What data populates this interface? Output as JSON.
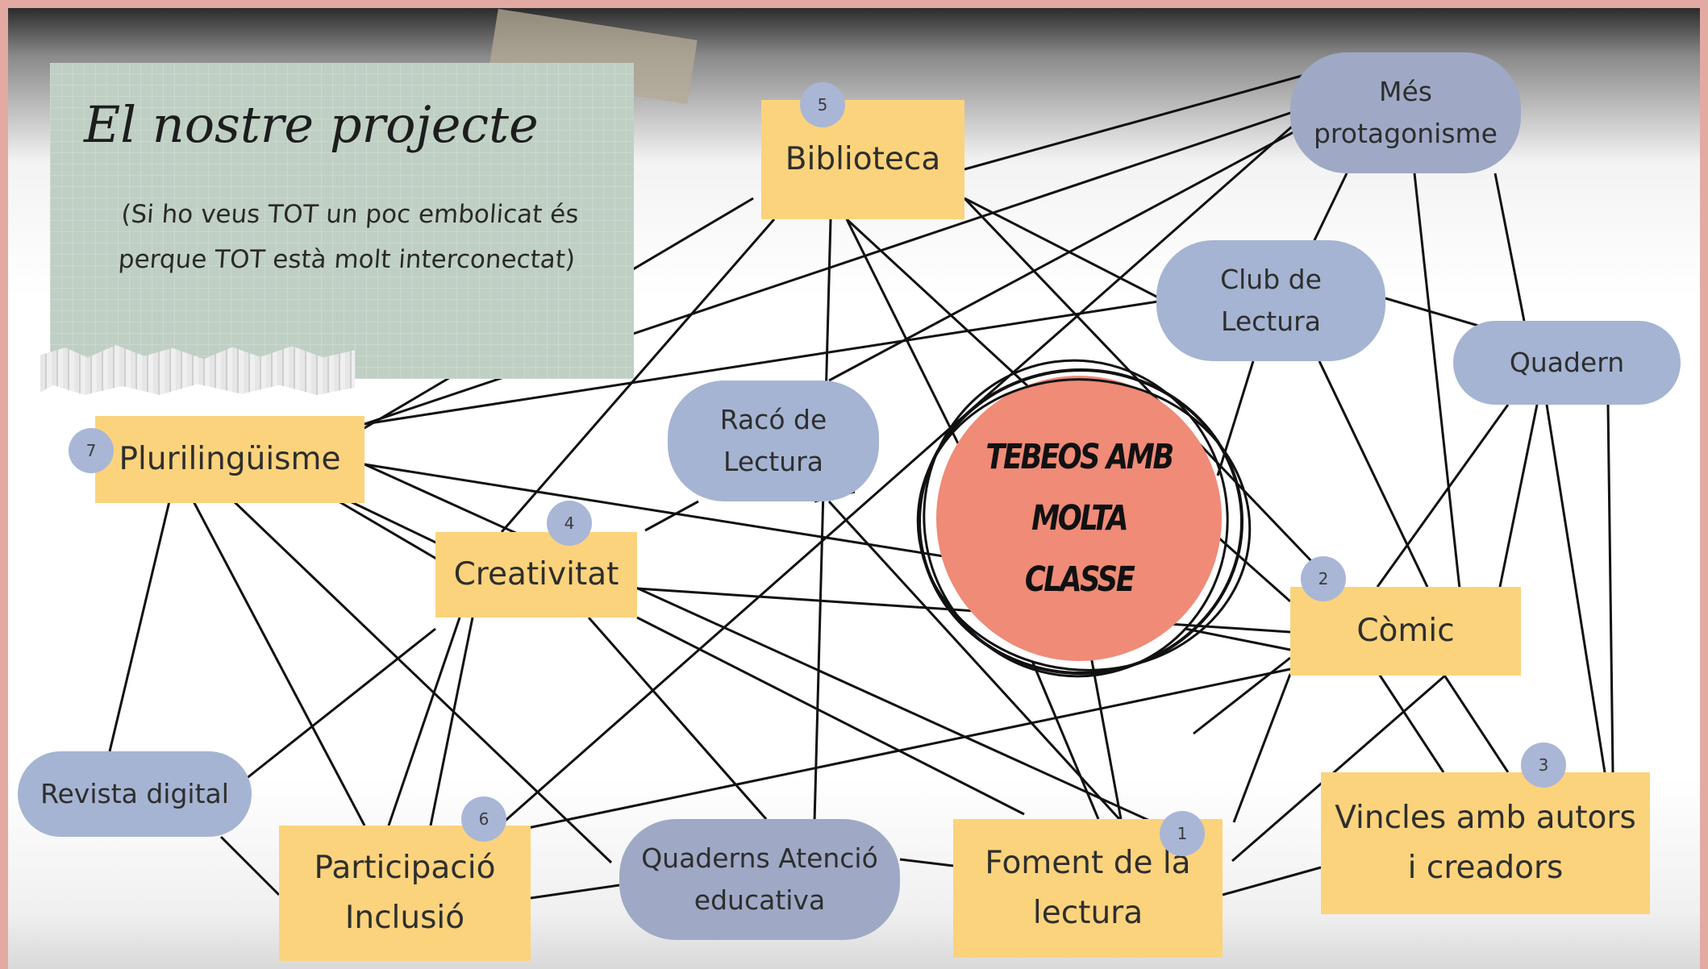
{
  "title": {
    "main": "El nostre projecte",
    "subtitle": "(Si ho veus TOT un poc  embolicat és\nperque TOT està molt interconectat)"
  },
  "center": {
    "label": "TEBEOS AMB\nMOLTA\nCLASSE",
    "color": "#ef8b77"
  },
  "colors": {
    "yellow_box": "#fbd37c",
    "blue_pill": "#a5b4d2",
    "line": "#111111"
  },
  "nodes": {
    "biblioteca": {
      "label": "Biblioteca",
      "badge": "5"
    },
    "plurilinguisme": {
      "label": "Plurilingüisme",
      "badge": "7"
    },
    "creativitat": {
      "label": "Creativitat",
      "badge": "4"
    },
    "comic": {
      "label": "Còmic",
      "badge": "2"
    },
    "vincles": {
      "label": "Vincles amb autors\ni creadors",
      "badge": "3"
    },
    "foment": {
      "label": "Foment de la\nlectura",
      "badge": "1"
    },
    "participacio": {
      "label": "Participació\nInclusió",
      "badge": "6"
    },
    "mes_protagonisme": {
      "label": "Més\nprotagonisme"
    },
    "club_lectura": {
      "label": "Club de\nLectura"
    },
    "quadern": {
      "label": "Quadern"
    },
    "raco_lectura": {
      "label": "Racó de\nLectura"
    },
    "revista_digital": {
      "label": "Revista digital"
    },
    "quaderns_atencio": {
      "label": "Quaderns  Atenció\neducativa"
    }
  }
}
